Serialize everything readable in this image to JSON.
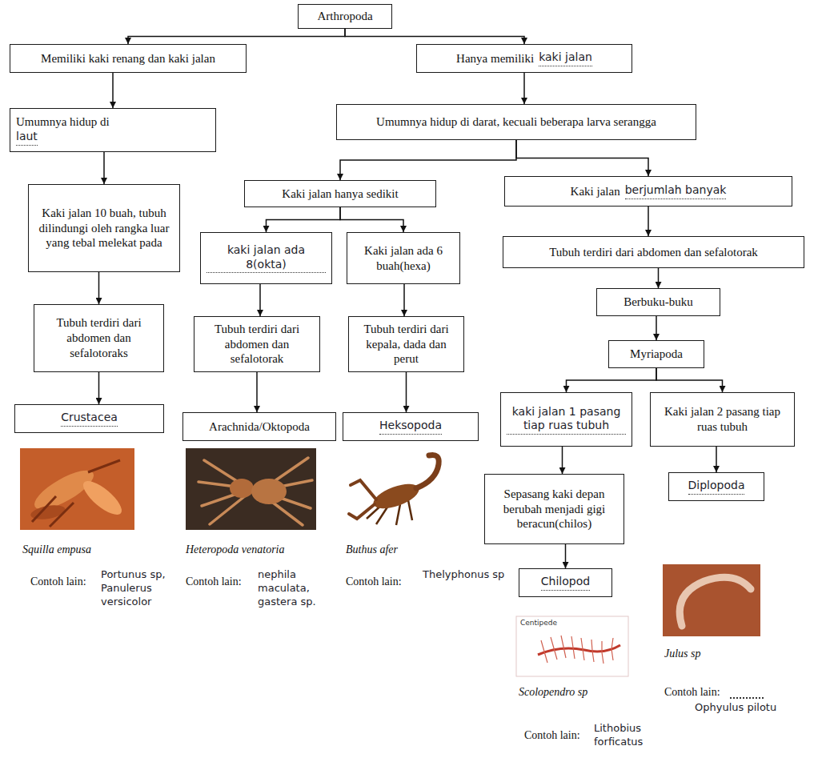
{
  "diagram": {
    "nodes": [
      {
        "text": [
          "Arthropoda"
        ]
      },
      {
        "text": [
          "Memiliki kaki renang dan kaki jalan"
        ]
      },
      {
        "text": [
          "Hanya memiliki",
          "kaki jalan"
        ]
      },
      {
        "text": [
          "Umumnya hidup di",
          "laut"
        ]
      },
      {
        "text": [
          "Umumnya hidup di darat, kecuali beberapa larva serangga"
        ]
      },
      {
        "text": [
          "Kaki jalan 10 buah, tubuh dilindungi oleh rangka luar yang tebal melekat pada"
        ]
      },
      {
        "text": [
          "Kaki jalan hanya sedikit"
        ]
      },
      {
        "text": [
          "Kaki jalan",
          "berjumlah banyak"
        ]
      },
      {
        "text": [
          "kaki jalan ada 8(okta)"
        ]
      },
      {
        "text": [
          "Kaki jalan ada 6 buah(hexa)"
        ]
      },
      {
        "text": [
          "Tubuh terdiri dari abdomen dan sefalotorak"
        ]
      },
      {
        "text": [
          "Tubuh terdiri dari abdomen dan sefalotoraks"
        ]
      },
      {
        "text": [
          "Tubuh terdiri dari abdomen dan sefalotorak"
        ]
      },
      {
        "text": [
          "Tubuh terdiri dari kepala, dada dan perut"
        ]
      },
      {
        "text": [
          "Berbuku-buku"
        ]
      },
      {
        "text": [
          "Myriapoda"
        ]
      },
      {
        "text": [
          "Crustacea"
        ]
      },
      {
        "text": [
          "Arachnida/Oktopoda"
        ]
      },
      {
        "text": [
          "Heksopoda"
        ]
      },
      {
        "text": [
          "kaki jalan 1 pasang tiap ruas tubuh"
        ]
      },
      {
        "text": [
          "Kaki jalan 2 pasang tiap ruas tubuh"
        ]
      },
      {
        "text": [
          "Sepasang kaki depan berubah menjadi gigi beracun(chilos)"
        ]
      },
      {
        "text": [
          "Diplopoda"
        ]
      },
      {
        "text": [
          "Chilopod"
        ]
      }
    ],
    "edges": [
      {
        "from": 0,
        "to": 1,
        "arrow": "to"
      },
      {
        "from": 0,
        "to": 2,
        "arrow": "to"
      },
      {
        "from": 1,
        "to": 3,
        "arrow": "to"
      },
      {
        "from": 2,
        "to": 4,
        "arrow": "to"
      },
      {
        "from": 3,
        "to": 5,
        "arrow": "to"
      },
      {
        "from": 5,
        "to": 11,
        "arrow": "to"
      },
      {
        "from": 11,
        "to": 16,
        "arrow": "to"
      },
      {
        "from": 4,
        "to": 6,
        "arrow": "to"
      },
      {
        "from": 4,
        "to": 7,
        "arrow": "to"
      },
      {
        "from": 6,
        "to": 8,
        "arrow": "to"
      },
      {
        "from": 6,
        "to": 9,
        "arrow": "to"
      },
      {
        "from": 8,
        "to": 12,
        "arrow": "to"
      },
      {
        "from": 9,
        "to": 13,
        "arrow": "to"
      },
      {
        "from": 12,
        "to": 17,
        "arrow": "to"
      },
      {
        "from": 13,
        "to": 18,
        "arrow": "to"
      },
      {
        "from": 7,
        "to": 10,
        "arrow": "to"
      },
      {
        "from": 10,
        "to": 14,
        "arrow": "to"
      },
      {
        "from": 14,
        "to": 15,
        "arrow": "to"
      },
      {
        "from": 15,
        "to": 19,
        "arrow": "to"
      },
      {
        "from": 15,
        "to": 20,
        "arrow": "to"
      },
      {
        "from": 19,
        "to": 21,
        "arrow": "to"
      },
      {
        "from": 21,
        "to": 23,
        "arrow": "to"
      },
      {
        "from": 20,
        "to": 22,
        "arrow": "to"
      }
    ],
    "labels": [
      "Squilla empusa",
      "Contoh lain:",
      "Portunus sp, Panulerus versicolor",
      "Heteropoda venatoria",
      "Contoh lain:",
      "nephila maculata, gastera sp.",
      "Buthus afer",
      "Contoh lain:",
      "Thelyphonus sp",
      "Centipede",
      "Scolopendro sp",
      "Contoh lain:",
      "Lithobius forficatus",
      "Julus sp",
      "Contoh lain:",
      "Ophyulus pilotu"
    ]
  }
}
